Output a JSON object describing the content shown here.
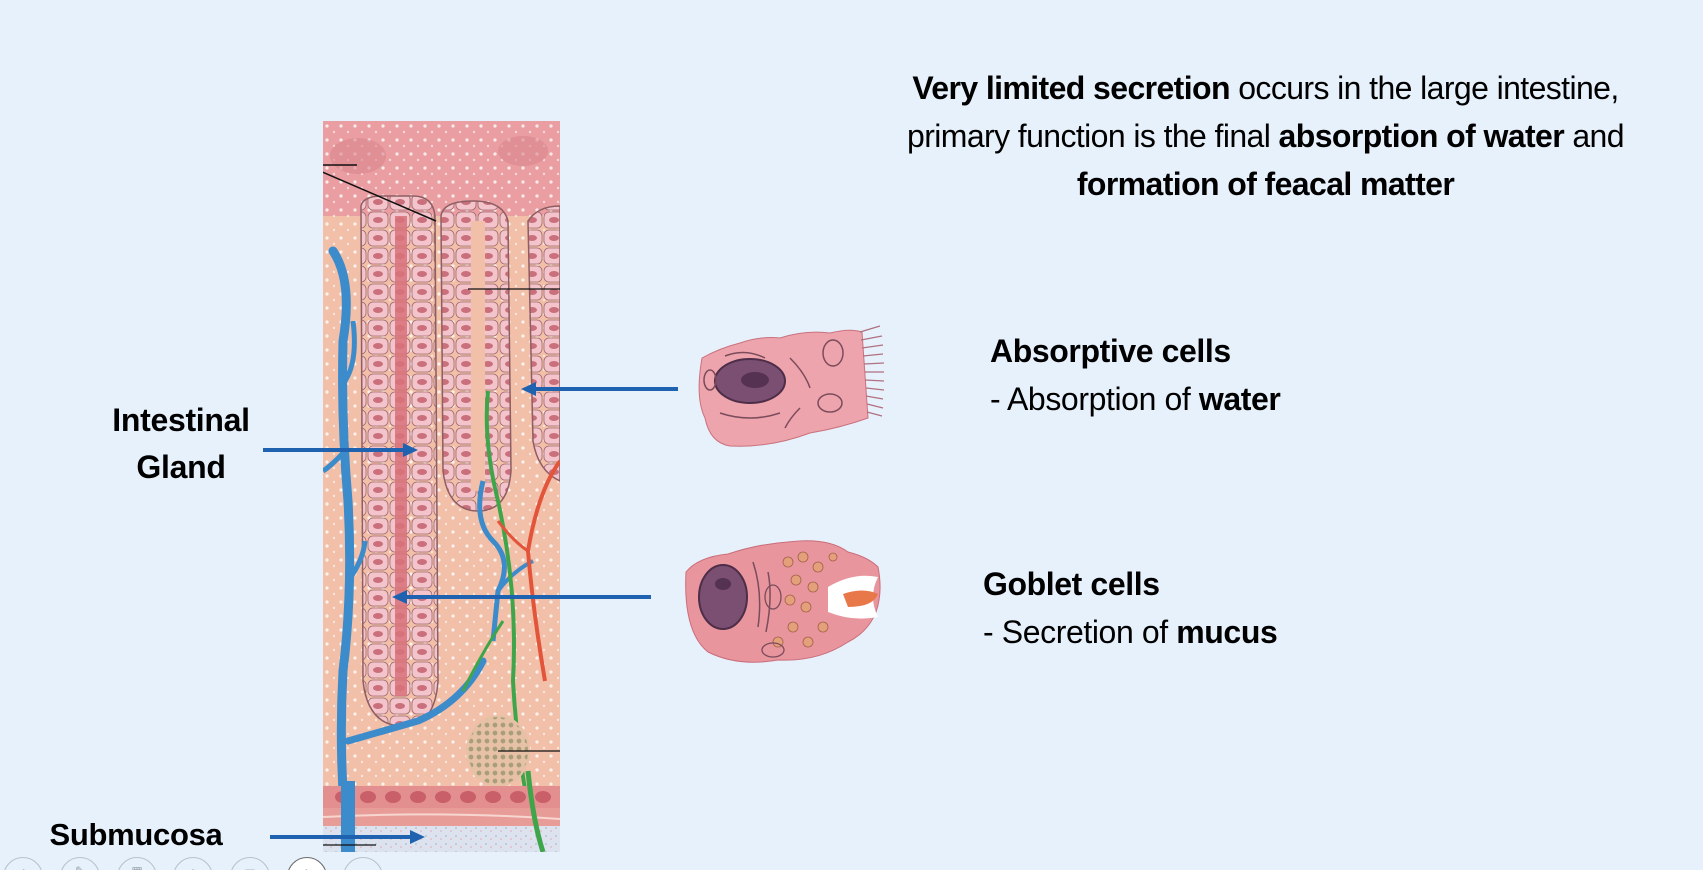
{
  "headline": {
    "line1_bold": "Very limited secretion",
    "line1_rest": " occurs in the large intestine,",
    "line2_start": "primary function is the final ",
    "line2_bold": "absorption of water",
    "line2_end": " and",
    "line3_bold": "formation of feacal matter"
  },
  "labels": {
    "intestinal_gland_line1": "Intestinal",
    "intestinal_gland_line2": "Gland",
    "submucosa": "Submucosa"
  },
  "cells": [
    {
      "title": "Absorptive cells",
      "desc_prefix": "- Absorption of ",
      "desc_bold": "water",
      "icon": "absorptive-cell-illustration"
    },
    {
      "title": "Goblet cells",
      "desc_prefix": "- Secretion of ",
      "desc_bold": "mucus",
      "icon": "goblet-cell-illustration"
    }
  ],
  "illustration": {
    "icon": "large-intestine-mucosa-illustration"
  },
  "colors": {
    "background": "#E7F1FB",
    "arrow": "#1F63B0",
    "tissue_pink": "#E8959A",
    "tissue_light": "#F3C3B6",
    "vein_blue": "#3C8BCB",
    "lymph_green": "#3FA54A",
    "artery_red": "#E2553B"
  },
  "toolbar": {
    "buttons": [
      {
        "icon": "previous-icon"
      },
      {
        "icon": "pen-icon"
      },
      {
        "icon": "grid-icon"
      },
      {
        "icon": "zoom-icon"
      },
      {
        "icon": "subtitles-icon"
      },
      {
        "icon": "next-icon",
        "active": true
      },
      {
        "icon": "more-icon"
      }
    ]
  }
}
